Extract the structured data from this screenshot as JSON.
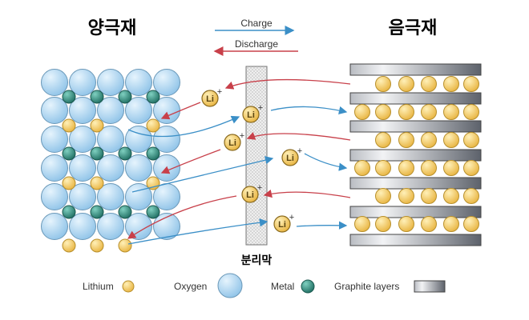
{
  "titles": {
    "cathode": "양극재",
    "anode": "음극재",
    "separator": "분리막"
  },
  "directions": {
    "charge": "Charge",
    "discharge": "Discharge"
  },
  "ion_label": "Li",
  "ion_charge": "+",
  "legend": {
    "lithium": "Lithium",
    "oxygen": "Oxygen",
    "metal": "Metal",
    "graphite": "Graphite layers"
  },
  "colors": {
    "charge": "#3b8fc7",
    "discharge": "#c8404a",
    "oxygen": "#a9d3f0",
    "metal": "#2e8b7c",
    "lithium": "#f2c660",
    "graphite": "#7a7f88"
  }
}
